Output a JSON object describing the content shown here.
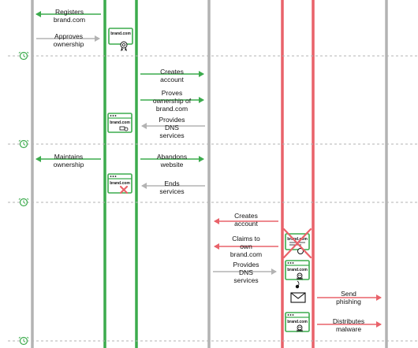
{
  "colors": {
    "green": "#3cab4d",
    "red": "#e9626a",
    "grey": "#b3b3b3",
    "ink": "#111111"
  },
  "steps": {
    "registers": [
      "Registers",
      "brand.com"
    ],
    "approves": [
      "Approves",
      "ownership"
    ],
    "creates_account_1": [
      "Creates",
      "account"
    ],
    "proves": [
      "Proves",
      "ownership of",
      "brand.com"
    ],
    "provides_dns_1": [
      "Provides",
      "DNS",
      "services"
    ],
    "maintains": [
      "Maintains",
      "ownership"
    ],
    "abandons": [
      "Abandons",
      "website"
    ],
    "ends": [
      "Ends",
      "services"
    ],
    "creates_account_2": [
      "Creates",
      "account"
    ],
    "claims": [
      "Claims to",
      "own",
      "brand.com"
    ],
    "provides_dns_2": [
      "Provides",
      "DNS",
      "services"
    ],
    "send_phishing": [
      "Send",
      "phishing"
    ],
    "distributes": [
      "Distributes",
      "malware"
    ]
  },
  "icons": {
    "certificate_label": "brand.com",
    "website_dns": "brand.com",
    "website_abandoned": "brand.com",
    "certificate_revoked": "brand.com",
    "website_malicious": "brand.com",
    "website_malware": "brand.com",
    "names": [
      "clock-icon",
      "certificate-icon",
      "website-icon",
      "envelope-icon",
      "bomb-icon",
      "cross-icon",
      "skull-icon",
      "gear-icon"
    ]
  }
}
